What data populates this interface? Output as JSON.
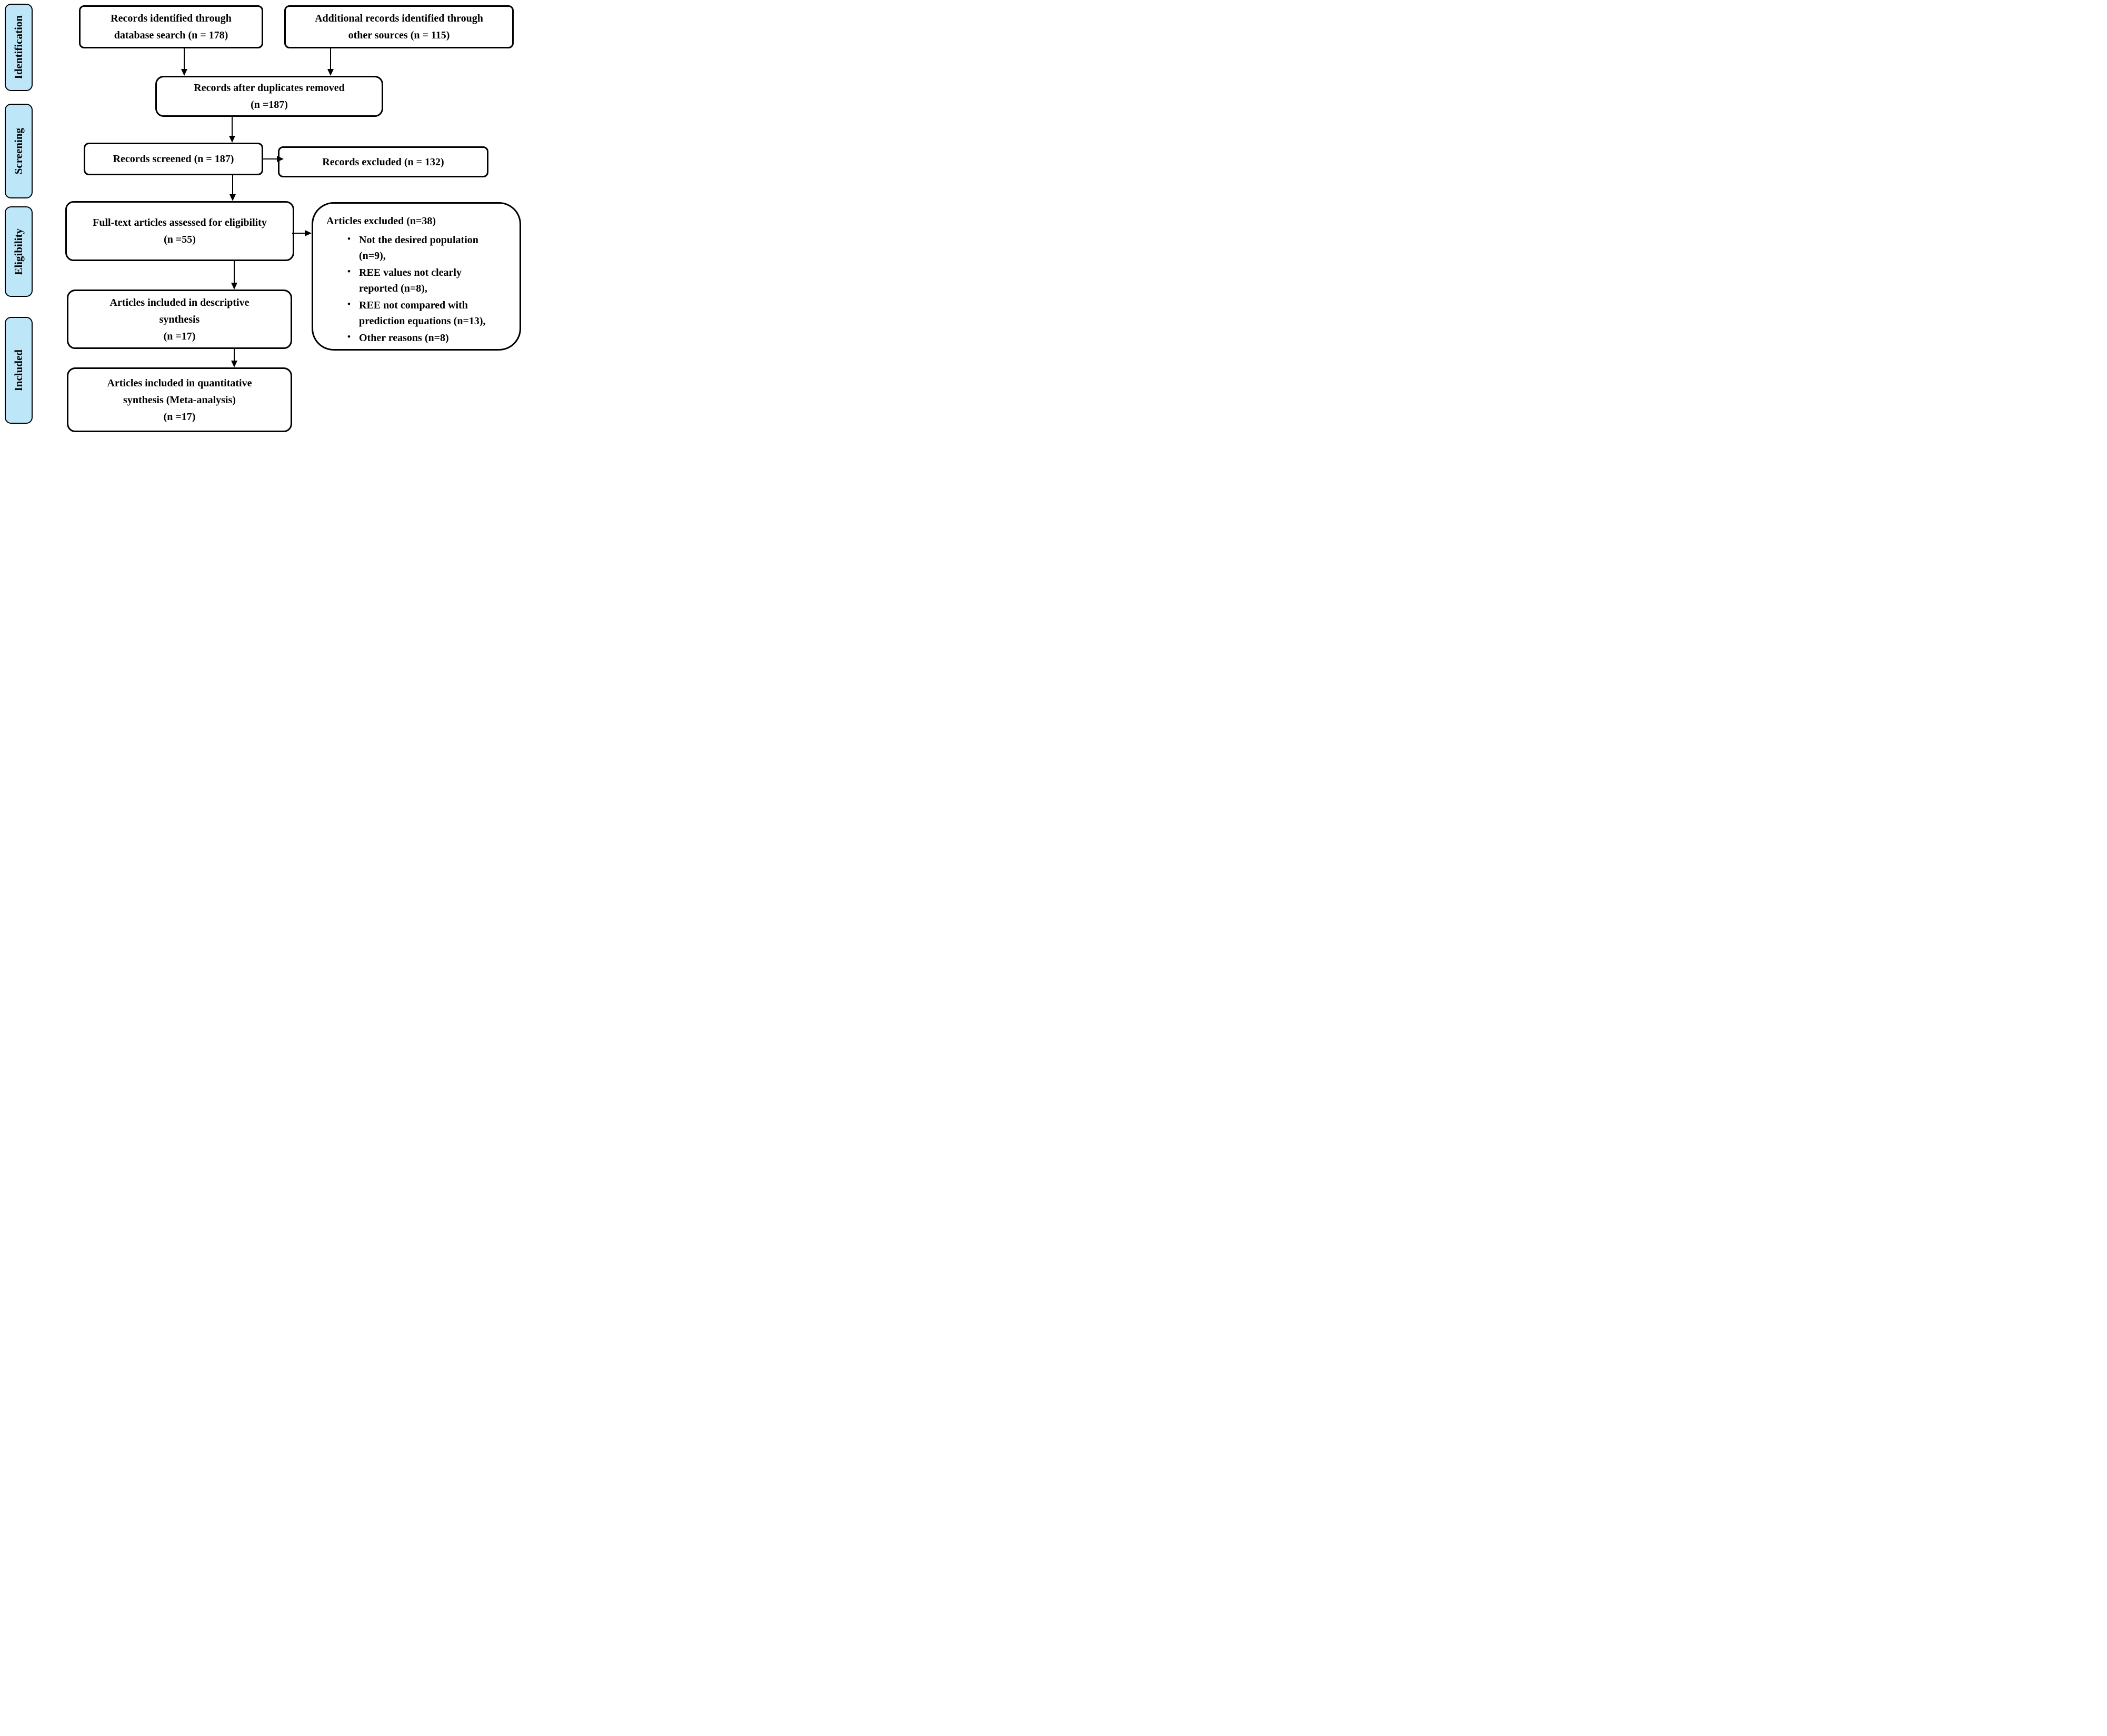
{
  "colors": {
    "stage_fill": "#bde7f8",
    "box_fill": "#ffffff",
    "line_color": "#000000"
  },
  "stages": [
    {
      "label": "Identification"
    },
    {
      "label": "Screening"
    },
    {
      "label": "Eligibility"
    },
    {
      "label": "Included"
    }
  ],
  "boxes": {
    "records_identified": {
      "lines": [
        "Records identified through",
        "database search (n = 178)"
      ]
    },
    "additional_records": {
      "lines": [
        "Additional records identified through",
        "other sources (n = 115)"
      ]
    },
    "after_duplicates": {
      "lines": [
        "Records after duplicates removed",
        "(n =187)"
      ]
    },
    "records_screened": {
      "lines": [
        "Records screened (n = 187)"
      ]
    },
    "records_excluded": {
      "lines": [
        "Records excluded (n = 132)"
      ]
    },
    "fulltext_assessed": {
      "lines": [
        "Full-text articles assessed for eligibility",
        "(n =55)"
      ]
    },
    "articles_excluded": {
      "title": "Articles excluded (n=38)",
      "bullet": "•",
      "items": [
        "Not the desired population (n=9),",
        "REE values not clearly reported (n=8),",
        "REE not compared with prediction equations (n=13),",
        "Other reasons (n=8)"
      ]
    },
    "descriptive_synthesis": {
      "lines": [
        "Articles included in descriptive",
        "synthesis",
        "(n =17)"
      ]
    },
    "quantitative_synthesis": {
      "lines": [
        "Articles included in quantitative",
        "synthesis (Meta-analysis)",
        "(n =17)"
      ]
    }
  }
}
